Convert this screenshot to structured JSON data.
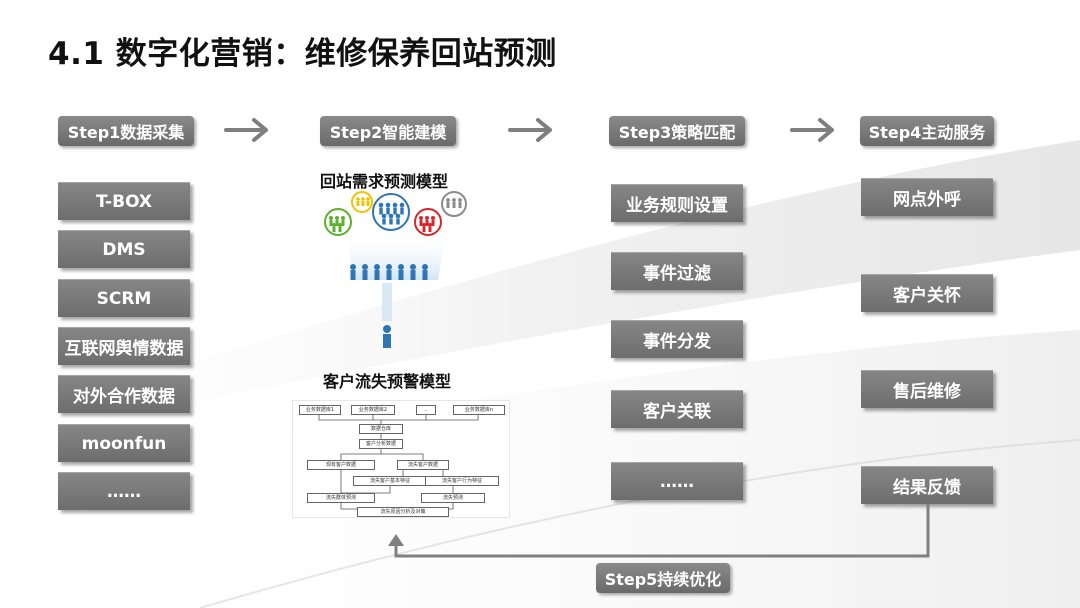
{
  "title": "4.1 数字化营销：维修保养回站预测",
  "steps": {
    "s1": "Step1数据采集",
    "s2": "Step2智能建模",
    "s3": "Step3策略匹配",
    "s4": "Step4主动服务",
    "s5": "Step5持续优化"
  },
  "col1": [
    "T-BOX",
    "DMS",
    "SCRM",
    "互联网舆情数据",
    "对外合作数据",
    "moonfun",
    "……"
  ],
  "col2": {
    "model1_title": "回站需求预测模型",
    "model2_title": "客户流失预警模型",
    "flow_nodes": [
      "业务数据库1",
      "业务数据库2",
      "..",
      "业务数据库n",
      "数据仓库",
      "客户分析数据",
      "现有客户数据",
      "流失客户数据",
      "流失客户基本特征",
      "流失客户行为特征",
      "流失群体预测",
      "流失预测",
      "流失原因分析及对策"
    ]
  },
  "col3": [
    "业务规则设置",
    "事件过滤",
    "事件分发",
    "客户关联",
    "……"
  ],
  "col4": [
    "网点外呼",
    "客户关怀",
    "售后维修",
    "结果反馈"
  ],
  "colors": {
    "box": "#777777",
    "arrow": "#7f7f7f",
    "person_blue": "#2e75b6",
    "person_green": "#5bb02e",
    "person_yellow": "#f2c200",
    "person_red": "#d9262c",
    "person_gray": "#8c8c8c"
  }
}
